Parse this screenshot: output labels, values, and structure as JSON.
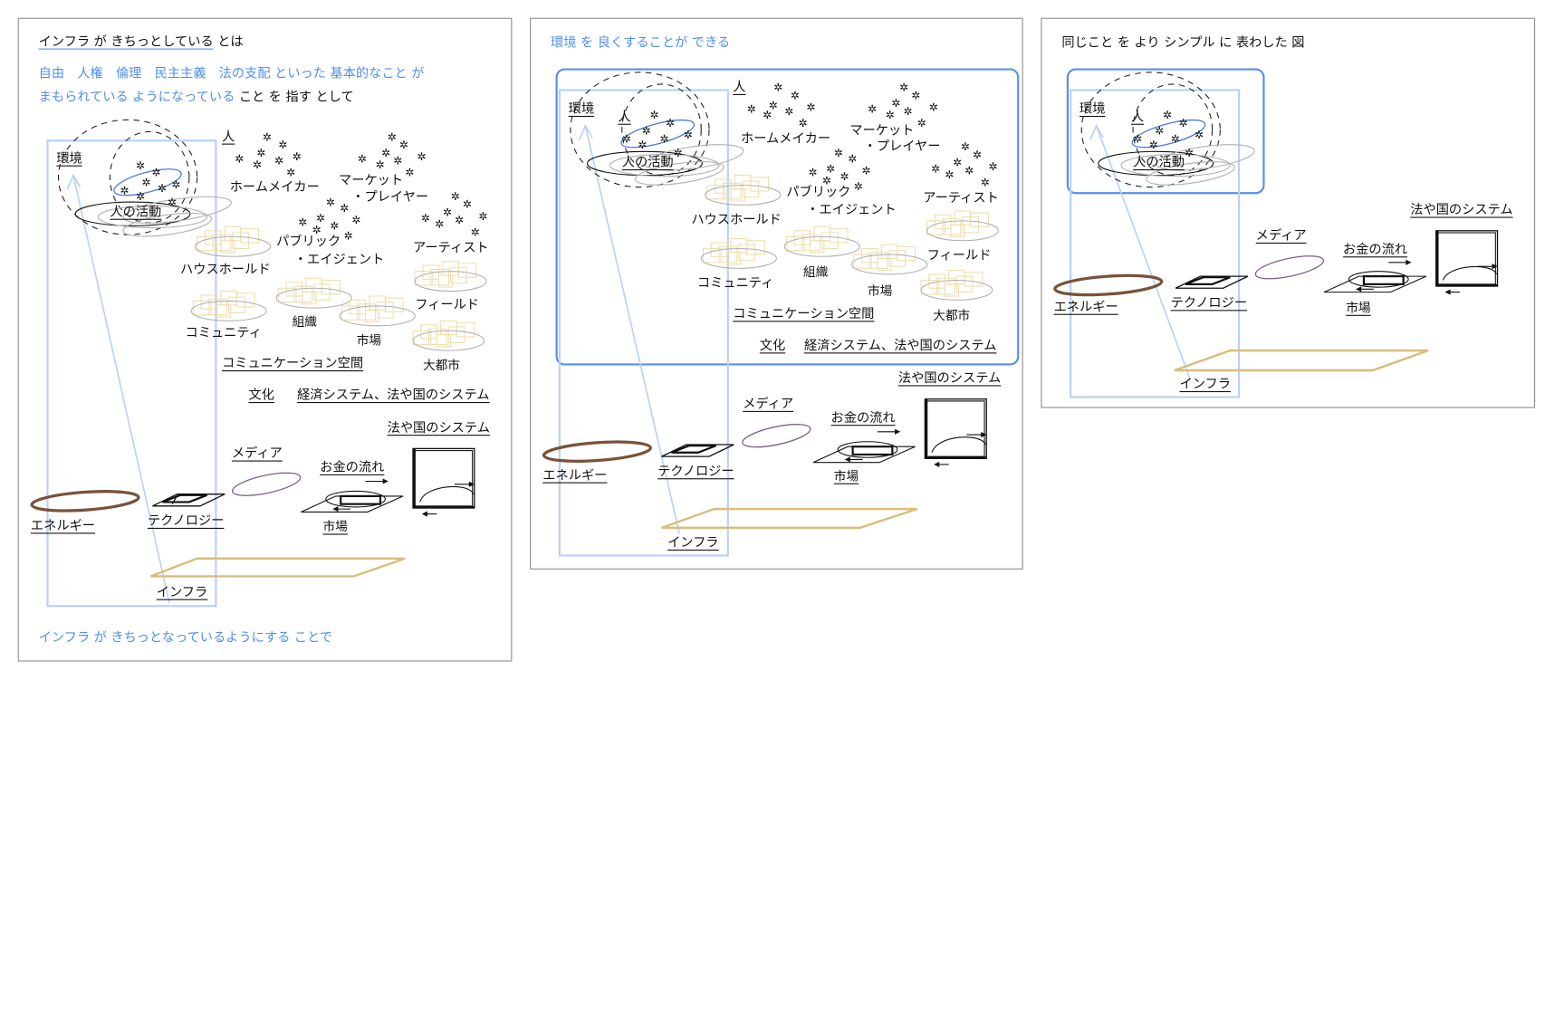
{
  "colors": {
    "accent_blue": "#4f8ff0",
    "light_blue": "#b7d2f7",
    "frame_blue": "#5a8ee8",
    "energy_brown": "#7a5238",
    "media_purple": "#7d5f8a",
    "infra_gold": "#d8bd7a",
    "household_beige": "#f0deb0",
    "ellipse_gray": "#b0b0b0",
    "panel_border": "#8c8c8c"
  },
  "panel1": {
    "title_underlined": "インフラ が きちっとしている",
    "title_rest": "とは",
    "desc_line1": "自由　人権　倫理　民主主義　法の支配 といった 基本的なこと が",
    "desc_line2_blue": "まもられている ようになっている",
    "desc_line2_black": "こと を 指す として",
    "footer": "インフラ が きちっとなっているようにする ことで"
  },
  "panel2": {
    "title": "環境 を 良くすることが できる"
  },
  "panel3": {
    "title": "同じこと を より シンプル に 表わした 図"
  },
  "labels": {
    "environment": "環境",
    "person": "人",
    "human_activity": "人の活動",
    "homemaker": "ホームメイカー",
    "market_player_1": "マーケット",
    "market_player_2": "・プレイヤー",
    "public_agent_1": "パブリック",
    "public_agent_2": "・エイジェント",
    "artist": "アーティスト",
    "household": "ハウスホールド",
    "community": "コミュニティ",
    "organization": "組織",
    "market": "市場",
    "field": "フィールド",
    "metropolis": "大都市",
    "communication_space": "コミュニケーション空間",
    "culture": "文化",
    "economic_system": "経済システム、法や国のシステム",
    "legal_system": "法や国のシステム",
    "media": "メディア",
    "money_flow": "お金の流れ",
    "energy": "エネルギー",
    "technology": "テクノロジー",
    "infrastructure": "インフラ"
  },
  "icons": {
    "star": "✲"
  }
}
